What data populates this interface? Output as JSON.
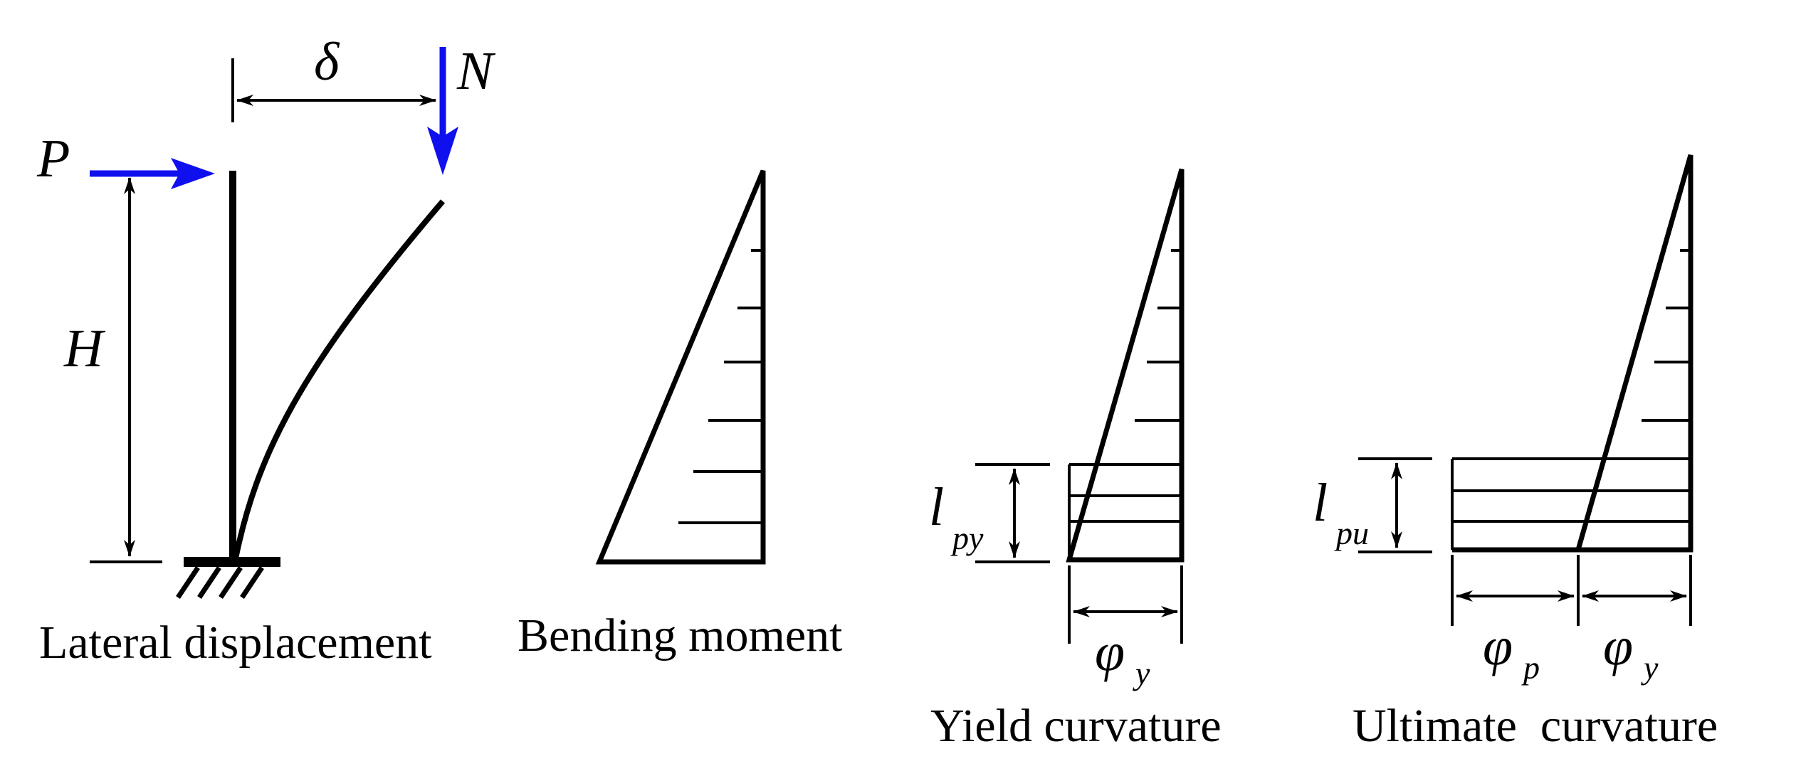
{
  "labels": {
    "lateral_caption": "Lateral displacement",
    "moment_caption": "Bending moment",
    "yield_caption": "Yield curvature",
    "ultimate_caption": "Ultimate  curvature",
    "load_P": "P",
    "load_N": "N",
    "disp_delta": "δ",
    "height_H": "H",
    "lpy_main": "l",
    "lpy_sub": "py",
    "lpu_main": "l",
    "lpu_sub": "pu",
    "phi_y_main": "φ",
    "phi_y_sub": "y",
    "phi_p_main": "φ",
    "phi_p_sub": "p",
    "phi_y2_main": "φ",
    "phi_y2_sub": "y"
  },
  "colors": {
    "load_arrows": "#1010ee",
    "lines": "#000000"
  }
}
